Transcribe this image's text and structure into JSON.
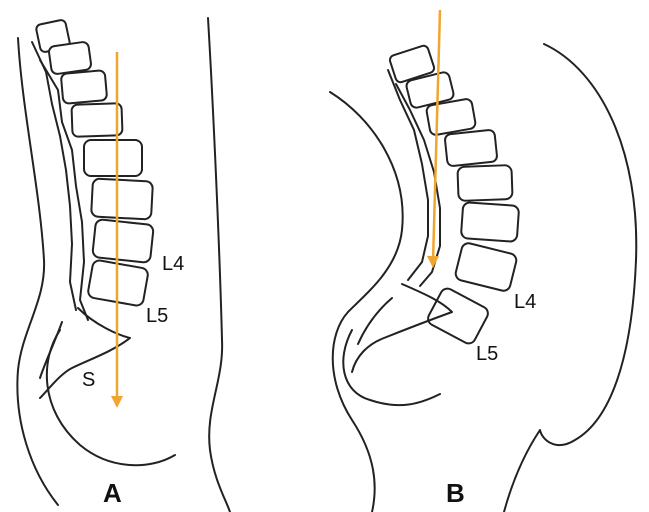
{
  "panelA": {
    "letter": "A",
    "labels": {
      "l4": "L4",
      "l5": "L5",
      "s": "S"
    }
  },
  "panelB": {
    "letter": "B",
    "labels": {
      "l4": "L4",
      "l5": "L5"
    }
  },
  "colors": {
    "plumb_line": "#f0a530",
    "outline": "#222222",
    "background": "#ffffff"
  }
}
